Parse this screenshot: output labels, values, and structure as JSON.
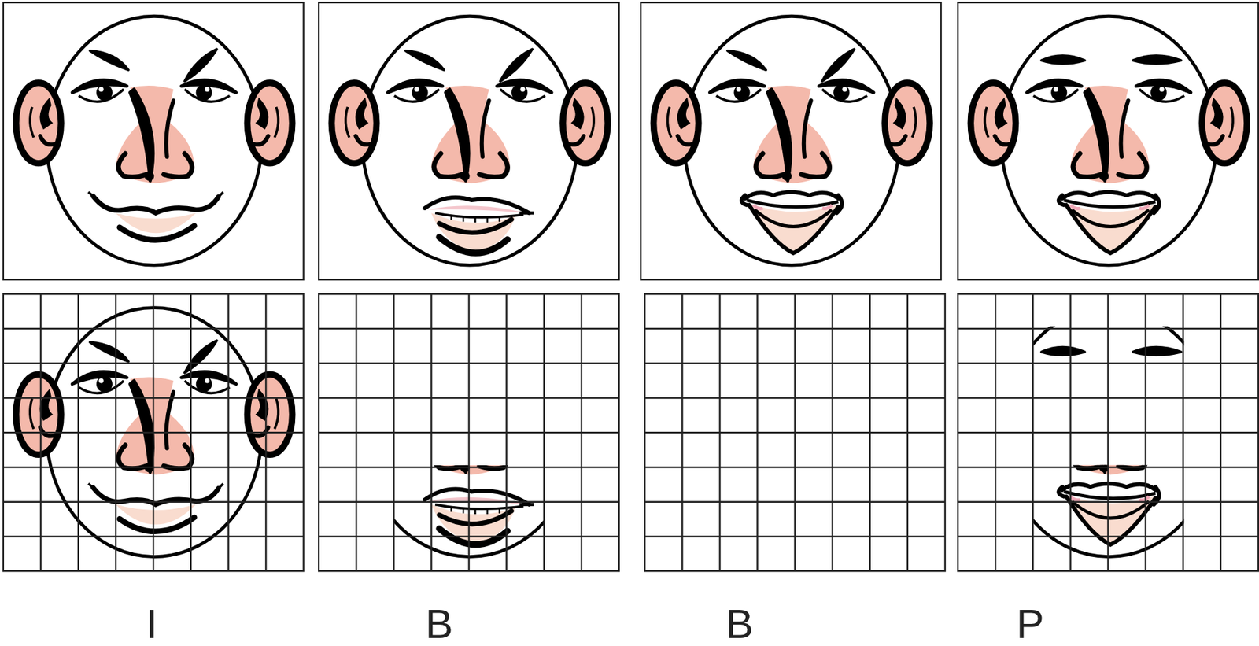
{
  "diagram": {
    "labels": [
      "I",
      "B",
      "B",
      "P"
    ]
  }
}
